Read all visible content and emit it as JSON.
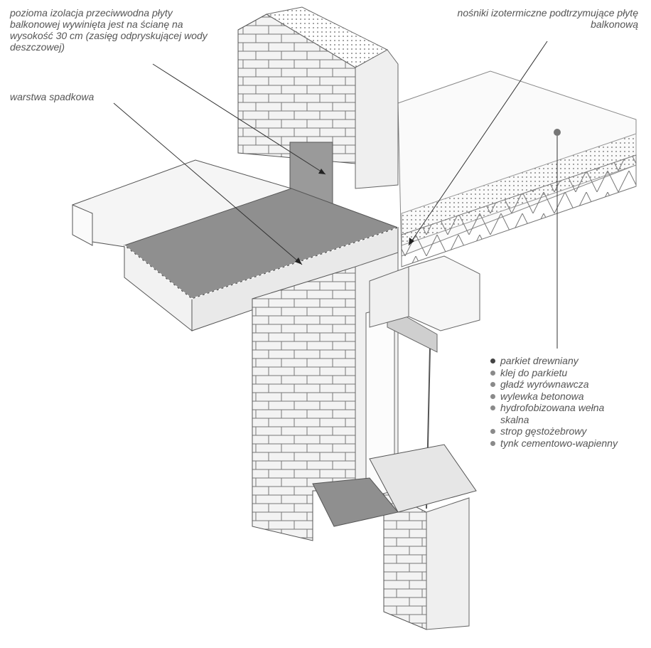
{
  "annotations": {
    "top_left": "pozioma izolacja przeciwwodna płyty balkonowej wywinięta jest na ścianę na wysokość 30 cm (zasięg odpryskującej wody deszczowej)",
    "slope_layer": "warstwa spadkowa",
    "top_right": "nośniki izotermiczne podtrzymujące płytę balkonową"
  },
  "layers": [
    "parkiet drewniany",
    "klej do parkietu",
    "gładź wyrównawcza",
    "wylewka betonowa",
    "hydrofobizowana wełna skalna",
    "strop gęstożebrowy",
    "tynk cementowo-wapienny"
  ],
  "colors": {
    "slab_surface": "#8f8f8f",
    "brick_fill": "#f1f1f1",
    "line": "#555555"
  }
}
